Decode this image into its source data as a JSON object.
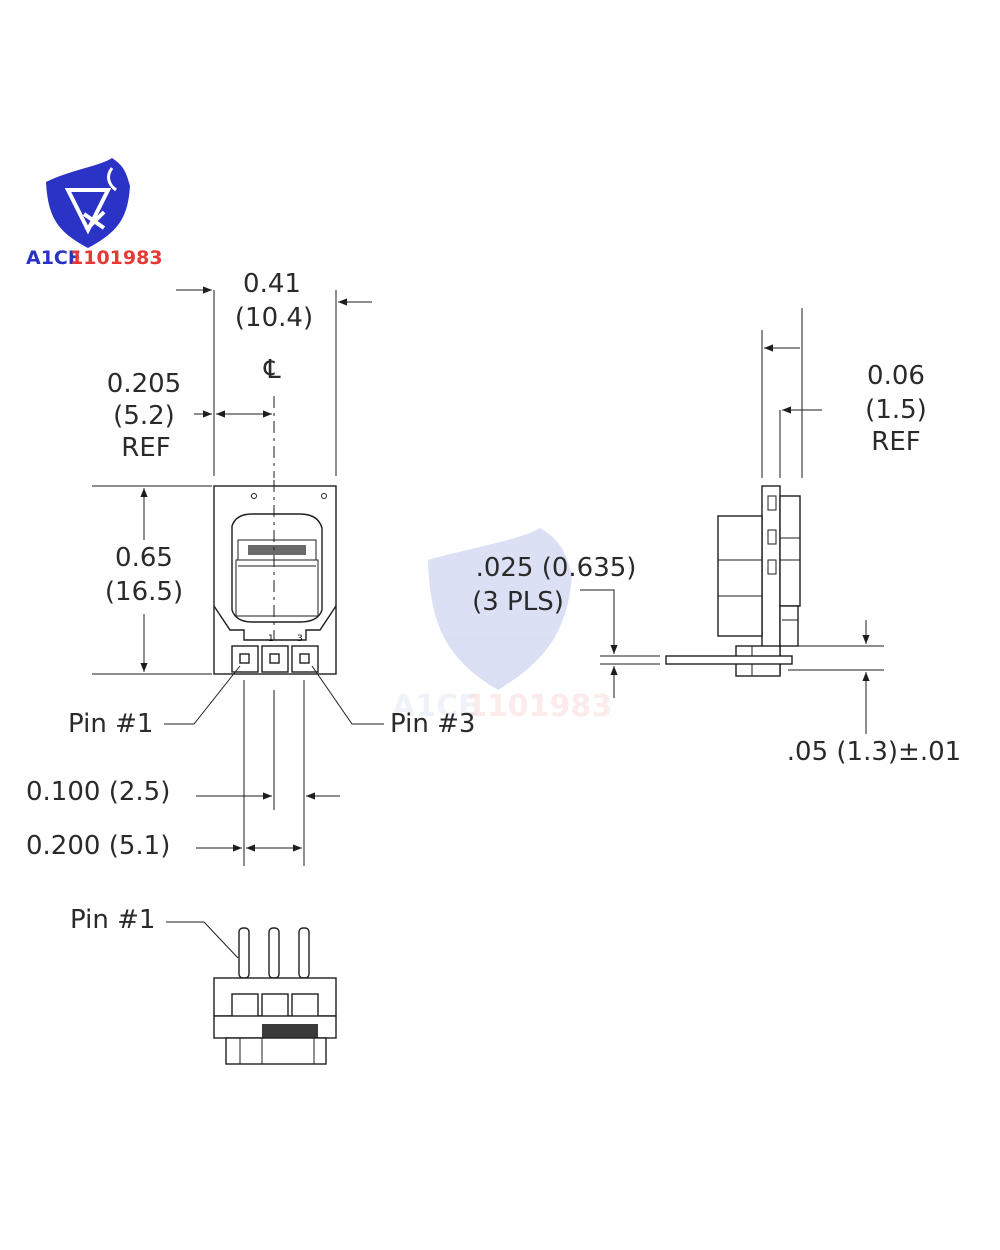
{
  "logo": {
    "text_blue": "A1CE",
    "text_red": "1101983",
    "shield_color": "#2b33c6",
    "text_blue_color": "#2b33c6",
    "text_red_color": "#e53935"
  },
  "watermark": {
    "text_blue": "A1CE",
    "text_red": "1101983"
  },
  "front_view": {
    "width_in": "0.41",
    "width_mm": "(10.4)",
    "centerline_symbol": "℄",
    "half_width_in": "0.205",
    "half_width_mm": "(5.2)",
    "half_width_ref": "REF",
    "height_in": "0.65",
    "height_mm": "(16.5)",
    "pin1_label": "Pin #1",
    "pin3_label": "Pin #3",
    "pitch_label": "0.100 (2.5)",
    "span_label": "0.200 (5.1)"
  },
  "side_view": {
    "thickness_in": "0.06",
    "thickness_mm": "(1.5)",
    "thickness_ref": "REF",
    "pin_size_label": ".025 (0.635)",
    "pin_count_label": "(3 PLS)",
    "pin_height_label": ".05 (1.3)±.01"
  },
  "bottom_view": {
    "pin1_label": "Pin #1"
  }
}
